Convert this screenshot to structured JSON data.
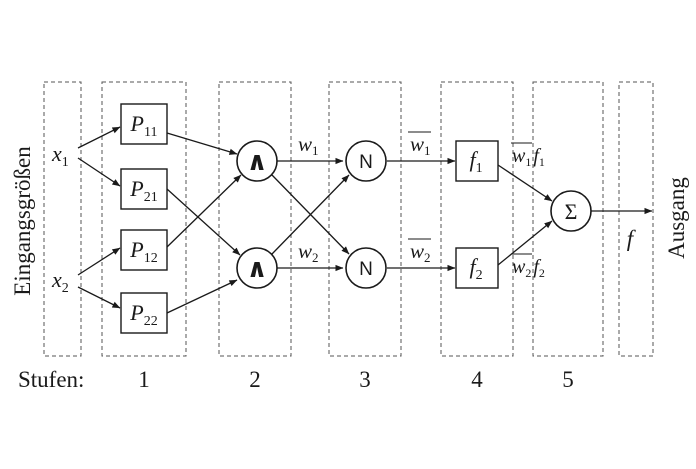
{
  "diagram": {
    "input_axis_label": "Eingangsgrößen",
    "output_axis_label": "Ausgang",
    "stages_label": "Stufen:",
    "stage_numbers": [
      "1",
      "2",
      "3",
      "4",
      "5"
    ],
    "inputs": [
      {
        "var": "x",
        "sub": "1"
      },
      {
        "var": "x",
        "sub": "2"
      }
    ],
    "membership_nodes": [
      {
        "var": "P",
        "sub": "11"
      },
      {
        "var": "P",
        "sub": "21"
      },
      {
        "var": "P",
        "sub": "12"
      },
      {
        "var": "P",
        "sub": "22"
      }
    ],
    "rule_nodes": [
      "∧",
      "∧"
    ],
    "rule_weights": [
      {
        "var": "w",
        "sub": "1"
      },
      {
        "var": "w",
        "sub": "2"
      }
    ],
    "norm_nodes": [
      "N",
      "N"
    ],
    "norm_weights": [
      {
        "var": "w",
        "sub": "1"
      },
      {
        "var": "w",
        "sub": "2"
      }
    ],
    "conclusion_nodes": [
      {
        "var": "f",
        "sub": "1"
      },
      {
        "var": "f",
        "sub": "2"
      }
    ],
    "weighted_outputs": [
      {
        "wvar": "w",
        "wsub": "1",
        "fvar": "f",
        "fsub": "1"
      },
      {
        "wvar": "w",
        "wsub": "2",
        "fvar": "f",
        "fsub": "2"
      }
    ],
    "sum_node": "Σ",
    "output": {
      "var": "f"
    }
  }
}
